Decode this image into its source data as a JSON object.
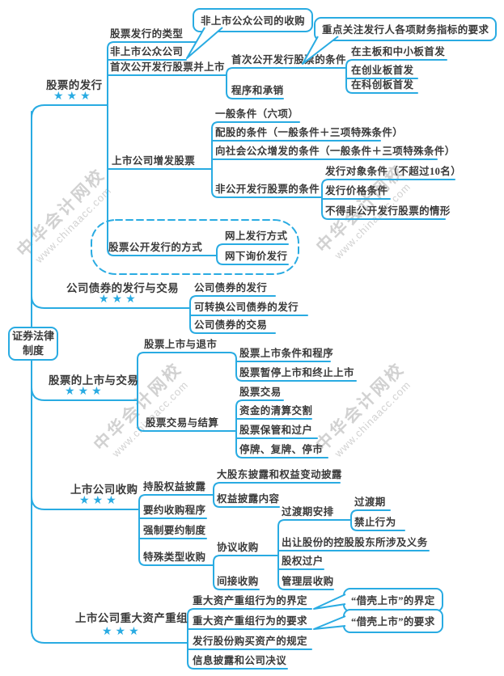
{
  "colors": {
    "accent": "#29abe2",
    "text": "#3a3a3a",
    "watermark": "#c6c6c6"
  },
  "watermark": {
    "line1": "中华会计网校",
    "line2": "www.chinaacc.com"
  },
  "root": {
    "label": "证券法律制度"
  },
  "branches": [
    {
      "label": "股票的发行",
      "stars": "★★★",
      "children": [
        {
          "label": "股票发行的类型"
        },
        {
          "label": "非上市公众公司",
          "callout": "非上市公众公司的收购"
        },
        {
          "label": "首次公开发行股票并上市",
          "children": [
            {
              "label": "首次公开发行股票的条件",
              "callout": "重点关注发行人各项财务指标的要求",
              "children": [
                {
                  "label": "在主板和中小板首发"
                },
                {
                  "label": "在创业板首发"
                },
                {
                  "label": "在科创板首发"
                }
              ]
            },
            {
              "label": "程序和承销"
            }
          ]
        },
        {
          "label": "上市公司增发股票",
          "children": [
            {
              "label": "一般条件（六项）"
            },
            {
              "label": "配股的条件（一般条件＋三项特殊条件）"
            },
            {
              "label": "向社会公众增发的条件（一般条件＋三项特殊条件）"
            },
            {
              "label": "非公开发行股票的条件",
              "children": [
                {
                  "label": "发行对象条件（不超过10名）"
                },
                {
                  "label": "发行价格条件"
                },
                {
                  "label": "不得非公开发行股票的情形"
                }
              ]
            }
          ]
        },
        {
          "label": "股票公开发行的方式",
          "children": [
            {
              "label": "网上发行方式"
            },
            {
              "label": "网下询价发行"
            }
          ]
        }
      ]
    },
    {
      "label": "公司债券的发行与交易",
      "stars": "★★★",
      "children": [
        {
          "label": "公司债券的发行"
        },
        {
          "label": "可转换公司债券的发行"
        },
        {
          "label": "公司债券的交易"
        }
      ]
    },
    {
      "label": "股票的上市与交易",
      "stars": "★★★",
      "children": [
        {
          "label": "股票上市与退市",
          "children": [
            {
              "label": "股票上市条件和程序"
            },
            {
              "label": "股票暂停上市和终止上市"
            }
          ]
        },
        {
          "label": "股票交易与结算",
          "children": [
            {
              "label": "股票交易"
            },
            {
              "label": "资金的清算交割"
            },
            {
              "label": "股票保管和过户"
            },
            {
              "label": "停牌、复牌、停市"
            }
          ]
        }
      ]
    },
    {
      "label": "上市公司收购",
      "stars": "★★★",
      "children": [
        {
          "label": "持股权益披露",
          "children": [
            {
              "label": "大股东披露和权益变动披露"
            },
            {
              "label": "权益披露内容"
            }
          ]
        },
        {
          "label": "要约收购程序"
        },
        {
          "label": "强制要约制度"
        },
        {
          "label": "特殊类型收购",
          "children": [
            {
              "label": "协议收购",
              "children": [
                {
                  "label": "过渡期安排",
                  "children": [
                    {
                      "label": "过渡期"
                    },
                    {
                      "label": "禁止行为"
                    }
                  ]
                },
                {
                  "label": "出让股份的控股股东所涉及义务"
                },
                {
                  "label": "股权过户"
                },
                {
                  "label": "管理层收购"
                }
              ]
            },
            {
              "label": "间接收购"
            }
          ]
        }
      ]
    },
    {
      "label": "上市公司重大资产重组",
      "stars": "★★★",
      "children": [
        {
          "label": "重大资产重组行为的界定",
          "callout": "“借壳上市”的界定"
        },
        {
          "label": "重大资产重组行为的要求",
          "callout": "“借壳上市”的要求"
        },
        {
          "label": "发行股份购买资产的规定"
        },
        {
          "label": "信息披露和公司决议"
        }
      ]
    }
  ]
}
